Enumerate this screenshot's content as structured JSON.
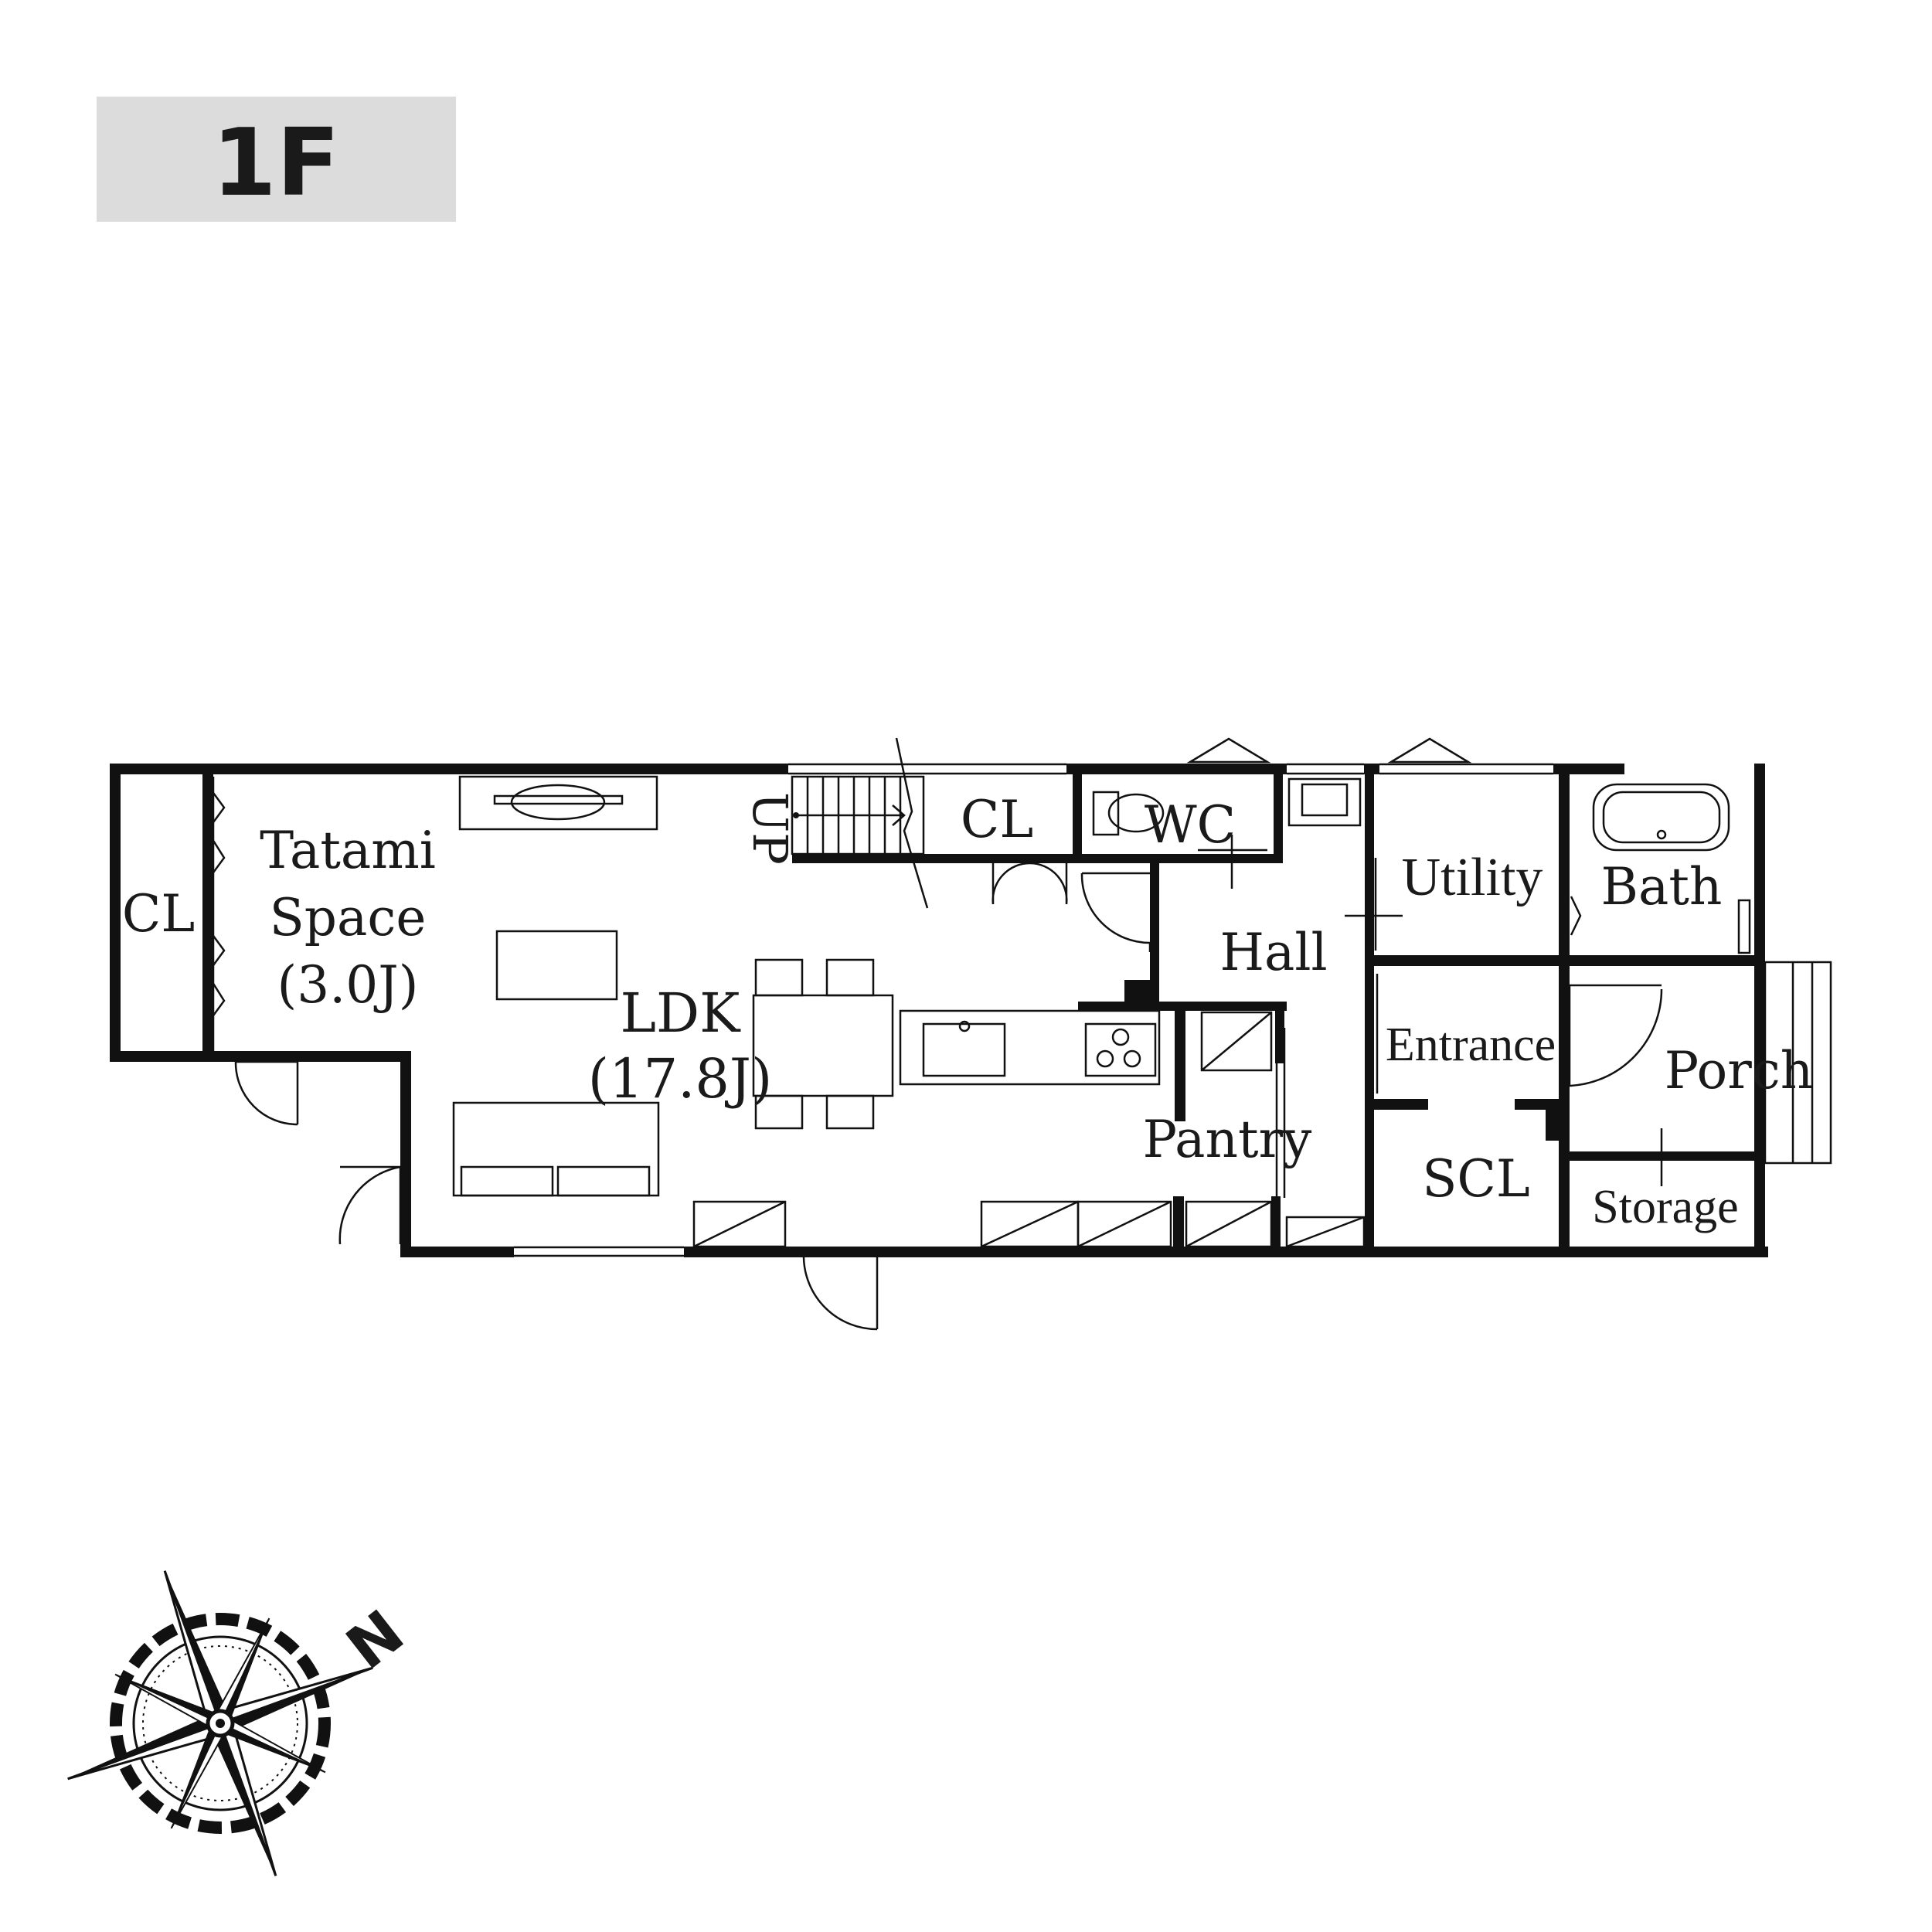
{
  "floor_label": "1F",
  "rooms": {
    "cl_west": "CL",
    "tatami": [
      "Tatami",
      "Space",
      "(3.0J)"
    ],
    "ldk": [
      "LDK",
      "(17.8J)"
    ],
    "up": "UP",
    "cl_stair": "CL",
    "wc": "WC",
    "hall": "Hall",
    "pantry": "Pantry",
    "utility": "Utility",
    "bath": "Bath",
    "entrance": "Entrance",
    "scl": "SCL",
    "porch": "Porch",
    "storage": "Storage"
  },
  "compass": {
    "north_label": "N"
  },
  "colors": {
    "wall": "#111111",
    "label_bg": "#dcdcdc"
  }
}
